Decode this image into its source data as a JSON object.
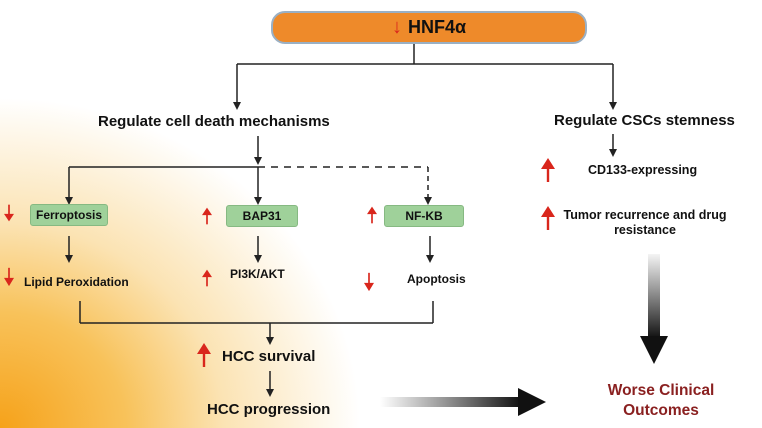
{
  "top": {
    "label": "HNF4α"
  },
  "branches": {
    "cell_death": "Regulate cell death mechanisms",
    "stemness": "Regulate CSCs stemness"
  },
  "boxes": {
    "ferroptosis": "Ferroptosis",
    "bap31": "BAP31",
    "nfkb": "NF-KB"
  },
  "effects": {
    "lipid": "Lipid Peroxidation",
    "pi3k": "PI3K/AKT",
    "apoptosis": "Apoptosis"
  },
  "stem": {
    "cd133": "CD133-expressing",
    "tumor": "Tumor recurrence and drug resistance"
  },
  "hcc": {
    "survival": "HCC survival",
    "progression": "HCC progression"
  },
  "outcome": {
    "label": "Worse Clinical Outcomes"
  },
  "colors": {
    "orange": "#ee8a2a",
    "green_box": "#9fd19a",
    "up_down_arrow": "#d9261c",
    "outcome_text": "#8a2020"
  }
}
